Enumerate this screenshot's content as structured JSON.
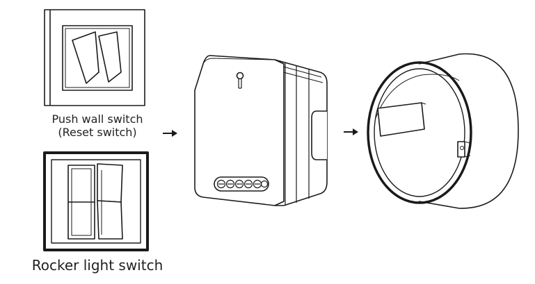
{
  "labels": {
    "push_switch_line1": "Push wall switch",
    "push_switch_line2": "(Reset switch)",
    "rocker_switch": "Rocker light switch"
  },
  "icons": {
    "push_switch": "push-wall-switch-icon",
    "rocker_switch": "rocker-light-switch-icon",
    "relay_module": "relay-module-icon",
    "wall_box": "wall-mounting-box-icon",
    "arrow": "arrow-right-icon"
  },
  "colors": {
    "line": "#1a1a1a",
    "fill": "#ffffff"
  }
}
